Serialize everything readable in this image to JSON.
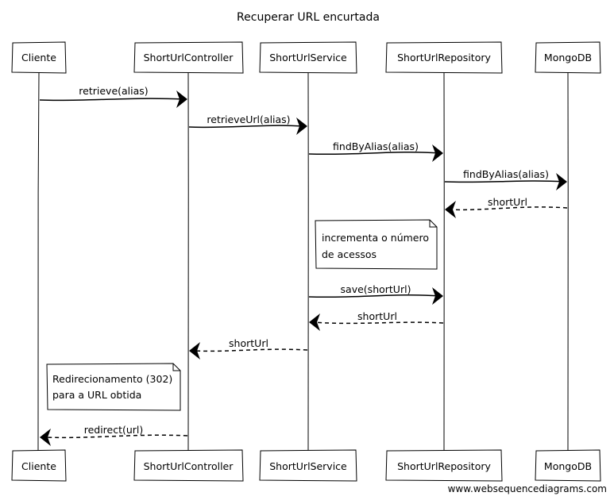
{
  "title": "Recuperar URL encurtada",
  "watermark": "www.websequencediagrams.com",
  "participants": [
    {
      "id": "cliente",
      "label": "Cliente"
    },
    {
      "id": "controller",
      "label": "ShortUrlController"
    },
    {
      "id": "service",
      "label": "ShortUrlService"
    },
    {
      "id": "repository",
      "label": "ShortUrlRepository"
    },
    {
      "id": "mongo",
      "label": "MongoDB"
    }
  ],
  "messages": [
    {
      "from": "cliente",
      "to": "controller",
      "label": "retrieve(alias)",
      "style": "solid"
    },
    {
      "from": "controller",
      "to": "service",
      "label": "retrieveUrl(alias)",
      "style": "solid"
    },
    {
      "from": "service",
      "to": "repository",
      "label": "findByAlias(alias)",
      "style": "solid"
    },
    {
      "from": "repository",
      "to": "mongo",
      "label": "findByAlias(alias)",
      "style": "solid"
    },
    {
      "from": "mongo",
      "to": "repository",
      "label": "shortUrl",
      "style": "dashed"
    },
    {
      "from": "service",
      "to": "repository",
      "label": "save(shortUrl)",
      "style": "solid"
    },
    {
      "from": "repository",
      "to": "service",
      "label": "shortUrl",
      "style": "dashed"
    },
    {
      "from": "service",
      "to": "controller",
      "label": "shortUrl",
      "style": "dashed"
    },
    {
      "from": "controller",
      "to": "cliente",
      "label": "redirect(url)",
      "style": "dashed"
    }
  ],
  "notes": [
    {
      "lines": [
        "incrementa o número",
        "de acessos"
      ]
    },
    {
      "lines": [
        "Redirecionamento (302)",
        "para a URL obtida"
      ]
    }
  ],
  "colors": {
    "stroke": "#000000",
    "background": "#ffffff",
    "box": "#ffffff"
  }
}
